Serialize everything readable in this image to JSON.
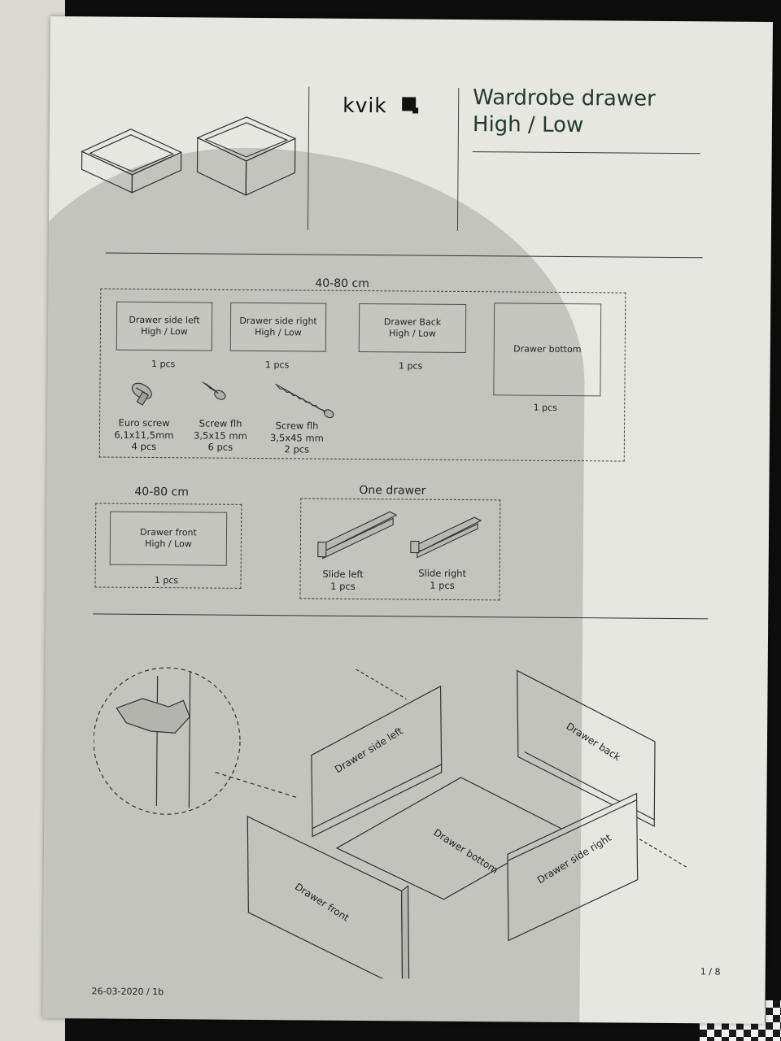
{
  "header": {
    "brand": "kvik",
    "title_line1": "Wardrobe drawer",
    "title_line2": "High / Low"
  },
  "parts_section": {
    "width_range": "40-80 cm",
    "parts": [
      {
        "line1": "Drawer side left",
        "line2": "High / Low",
        "qty": "1 pcs"
      },
      {
        "line1": "Drawer side right",
        "line2": "High / Low",
        "qty": "1 pcs"
      },
      {
        "line1": "Drawer Back",
        "line2": "High / Low",
        "qty": "1 pcs"
      },
      {
        "line1": "Drawer bottom",
        "line2": "",
        "qty": "1 pcs"
      }
    ],
    "screws": [
      {
        "name": "Euro screw",
        "size": "6,1x11,5mm",
        "qty": "4 pcs"
      },
      {
        "name": "Screw flh",
        "size": "3,5x15 mm",
        "qty": "6 pcs"
      },
      {
        "name": "Screw flh",
        "size": "3,5x45 mm",
        "qty": "2 pcs"
      }
    ]
  },
  "front_section": {
    "width_range": "40-80 cm",
    "part": {
      "line1": "Drawer front",
      "line2": "High / Low",
      "qty": "1 pcs"
    }
  },
  "slides_section": {
    "heading": "One drawer",
    "slides": [
      {
        "name": "Slide left",
        "qty": "1 pcs"
      },
      {
        "name": "Slide right",
        "qty": "1 pcs"
      }
    ]
  },
  "assembly": {
    "labels": {
      "side_left": "Drawer side left",
      "back": "Drawer back",
      "bottom": "Drawer bottom",
      "side_right": "Drawer side right",
      "front": "Drawer front"
    }
  },
  "footer": {
    "date": "26-03-2020 / 1b",
    "page": "1 / 8"
  }
}
